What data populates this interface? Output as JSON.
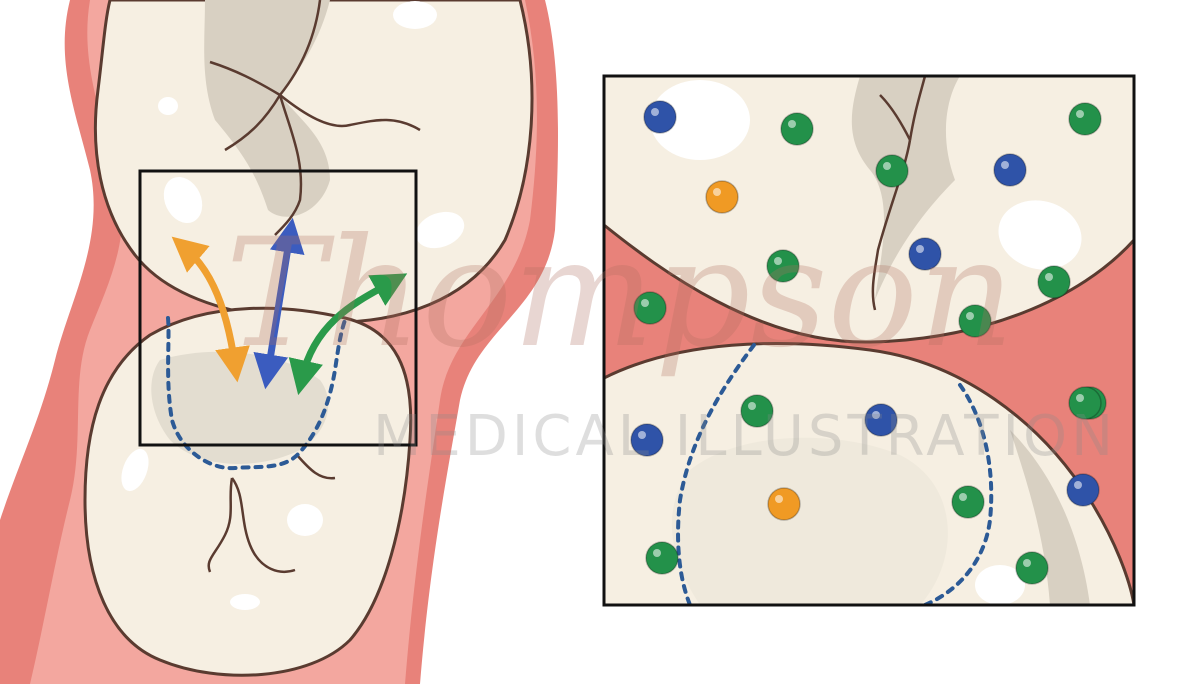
{
  "watermark": {
    "name": "Thompson",
    "subtitle": "MEDICAL ILLUSTRATION"
  },
  "colors": {
    "gum_outer": "#e8827a",
    "gum_inner": "#f3a79f",
    "enamel": "#f6efe2",
    "enamel_shadow": "#d8d0c2",
    "outline": "#5a3b30",
    "box_border": "#111111",
    "particle_blue": "#2f53a8",
    "particle_green": "#23914a",
    "particle_orange": "#f09a24",
    "dashed_boundary": "#2c5a96"
  },
  "arrows": [
    {
      "name": "orange-exchange-arrow",
      "color": "#f0a030"
    },
    {
      "name": "blue-exchange-arrow",
      "color": "#3b5cbf"
    },
    {
      "name": "green-exchange-arrow",
      "color": "#2a9a4a"
    }
  ],
  "inset_particles": [
    {
      "kind": "blue"
    },
    {
      "kind": "green"
    },
    {
      "kind": "green"
    },
    {
      "kind": "orange"
    },
    {
      "kind": "green"
    },
    {
      "kind": "blue"
    },
    {
      "kind": "green"
    },
    {
      "kind": "blue"
    },
    {
      "kind": "green"
    },
    {
      "kind": "green"
    },
    {
      "kind": "green"
    },
    {
      "kind": "green"
    },
    {
      "kind": "green"
    },
    {
      "kind": "blue"
    },
    {
      "kind": "blue"
    },
    {
      "kind": "green"
    },
    {
      "kind": "orange"
    },
    {
      "kind": "green"
    },
    {
      "kind": "blue"
    },
    {
      "kind": "green"
    },
    {
      "kind": "green"
    }
  ]
}
